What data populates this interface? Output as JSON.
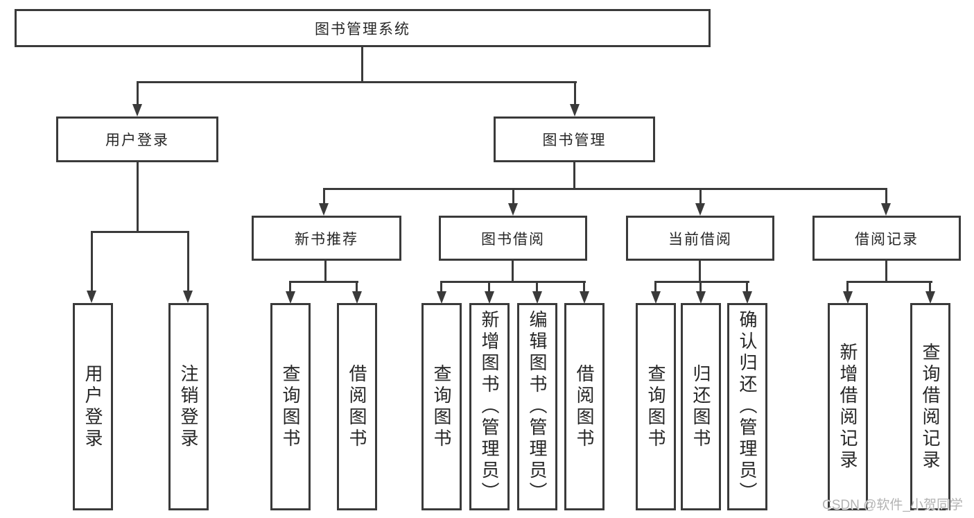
{
  "colors": {
    "line": "#3a3a3a",
    "text": "#262626",
    "watermark": "#b3b3b3"
  },
  "watermark": "CSDN @软件_小贺同学",
  "tree": {
    "root": "图书管理系统",
    "level2": [
      {
        "label": "用户登录",
        "leaves": [
          "用户登录",
          "注销登录"
        ]
      },
      {
        "label": "图书管理",
        "groups": [
          {
            "label": "新书推荐",
            "leaves": [
              "查询图书",
              "借阅图书"
            ]
          },
          {
            "label": "图书借阅",
            "leaves": [
              "查询图书",
              "新增图书（管理员）",
              "编辑图书（管理员）",
              "借阅图书"
            ]
          },
          {
            "label": "当前借阅",
            "leaves": [
              "查询图书",
              "归还图书",
              "确认归还（管理员）"
            ]
          },
          {
            "label": "借阅记录",
            "leaves": [
              "新增借阅记录",
              "查询借阅记录"
            ]
          }
        ]
      }
    ]
  }
}
